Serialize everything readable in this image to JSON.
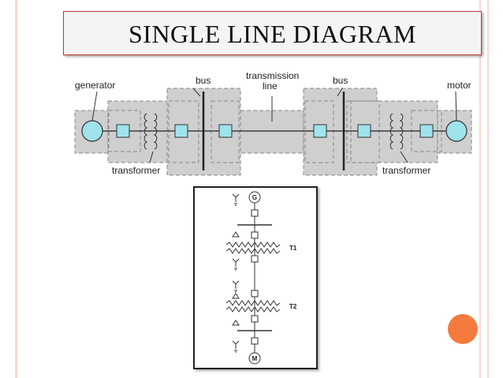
{
  "slide": {
    "title": "SINGLE LINE DIAGRAM",
    "accent_color": "#f47b3d",
    "rule_color": "#f8d9cf"
  },
  "top_diagram": {
    "labels": {
      "generator": "generator",
      "bus_left": "bus",
      "transmission_line": [
        "transmission",
        "line"
      ],
      "bus_right": "bus",
      "motor": "motor",
      "transformer_left": "transformer",
      "transformer_right": "transformer"
    }
  },
  "schematic": {
    "generator_symbol": "G",
    "motor_symbol": "M",
    "transformer_1": "T1",
    "transformer_2": "T2"
  }
}
